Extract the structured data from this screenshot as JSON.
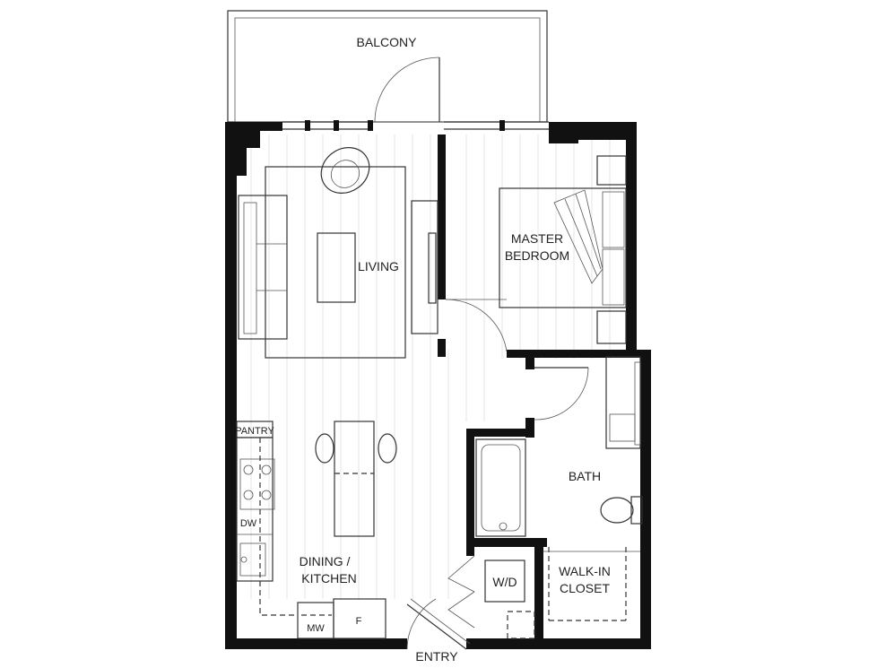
{
  "labels": {
    "balcony": "BALCONY",
    "living": "LIVING",
    "master_bedroom_line1": "MASTER",
    "master_bedroom_line2": "BEDROOM",
    "bath": "BATH",
    "pantry": "PANTRY",
    "dw": "DW",
    "dining_line1": "DINING /",
    "dining_line2": "KITCHEN",
    "wd": "W/D",
    "walkin_line1": "WALK-IN",
    "walkin_line2": "CLOSET",
    "mw": "MW",
    "fridge": "F",
    "entry": "ENTRY"
  }
}
